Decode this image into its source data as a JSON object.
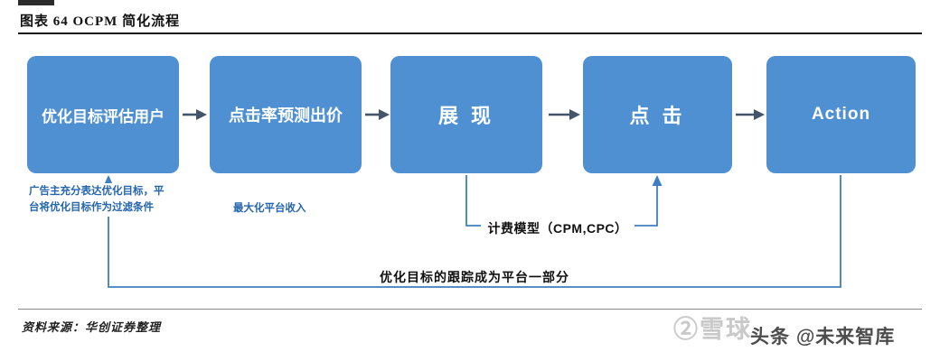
{
  "figure": {
    "title": "图表 64 OCPM 简化流程",
    "boxes": [
      {
        "label": "优化目标评估用户"
      },
      {
        "label": "点击率预测出价"
      },
      {
        "label": "展 现"
      },
      {
        "label": "点 击"
      },
      {
        "label": "Action"
      }
    ],
    "notes": {
      "targeting": "广告主充分表达优化目标，平台将优化目标作为过滤条件",
      "revenue": "最大化平台收入",
      "billing": "计费模型（CPM,CPC）",
      "loop": "优化目标的跟踪成为平台一部分"
    },
    "source": "资料来源：华创证券整理"
  },
  "watermark": {
    "faint": "②雪球",
    "label": "头条 @未来智库"
  },
  "colors": {
    "box_fill": "#4E90D2",
    "note_text": "#2566AE",
    "connector_blue": "#3F7FC0",
    "arrow_dark": "#44546A"
  }
}
